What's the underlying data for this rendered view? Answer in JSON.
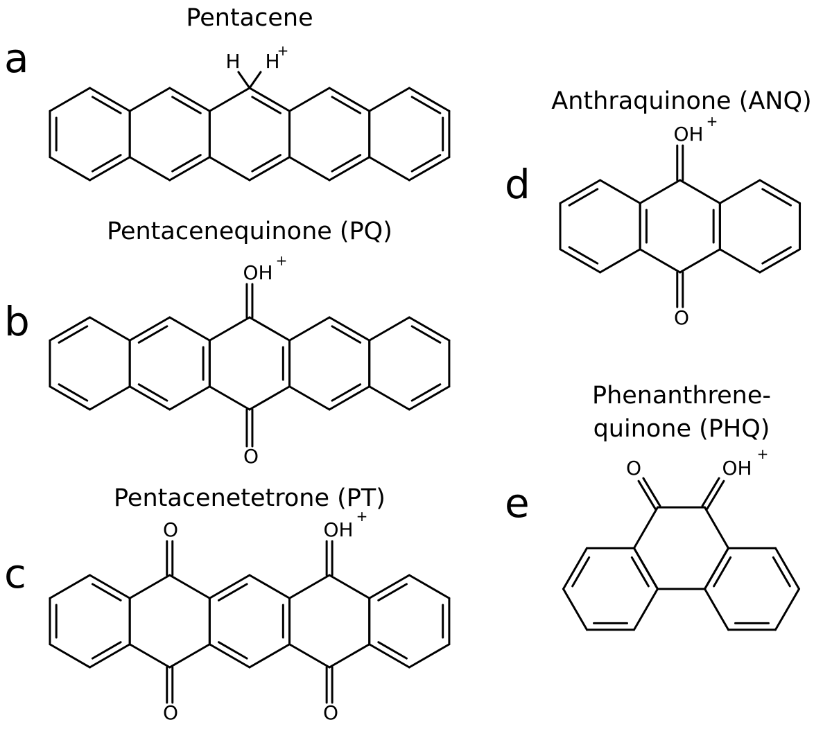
{
  "panels": {
    "a": {
      "letter": "a",
      "title": "Pentacene",
      "atom1": "H",
      "atom2": "H",
      "charge": "+"
    },
    "b": {
      "letter": "b",
      "title": "Pentacenequinone (PQ)",
      "top_atom": "OH",
      "charge": "+",
      "bottom_atom": "O"
    },
    "c": {
      "letter": "c",
      "title": "Pentacenetetrone (PT)",
      "top_left_atom": "O",
      "top_right_atom": "OH",
      "charge": "+",
      "bottom_left_atom": "O",
      "bottom_right_atom": "O"
    },
    "d": {
      "letter": "d",
      "title": "Anthraquinone (ANQ)",
      "top_atom": "OH",
      "charge": "+",
      "bottom_atom": "O"
    },
    "e": {
      "letter": "e",
      "title_line1": "Phenanthrene-",
      "title_line2": "quinone (PHQ)",
      "left_atom": "O",
      "right_atom": "OH",
      "charge": "+"
    }
  }
}
